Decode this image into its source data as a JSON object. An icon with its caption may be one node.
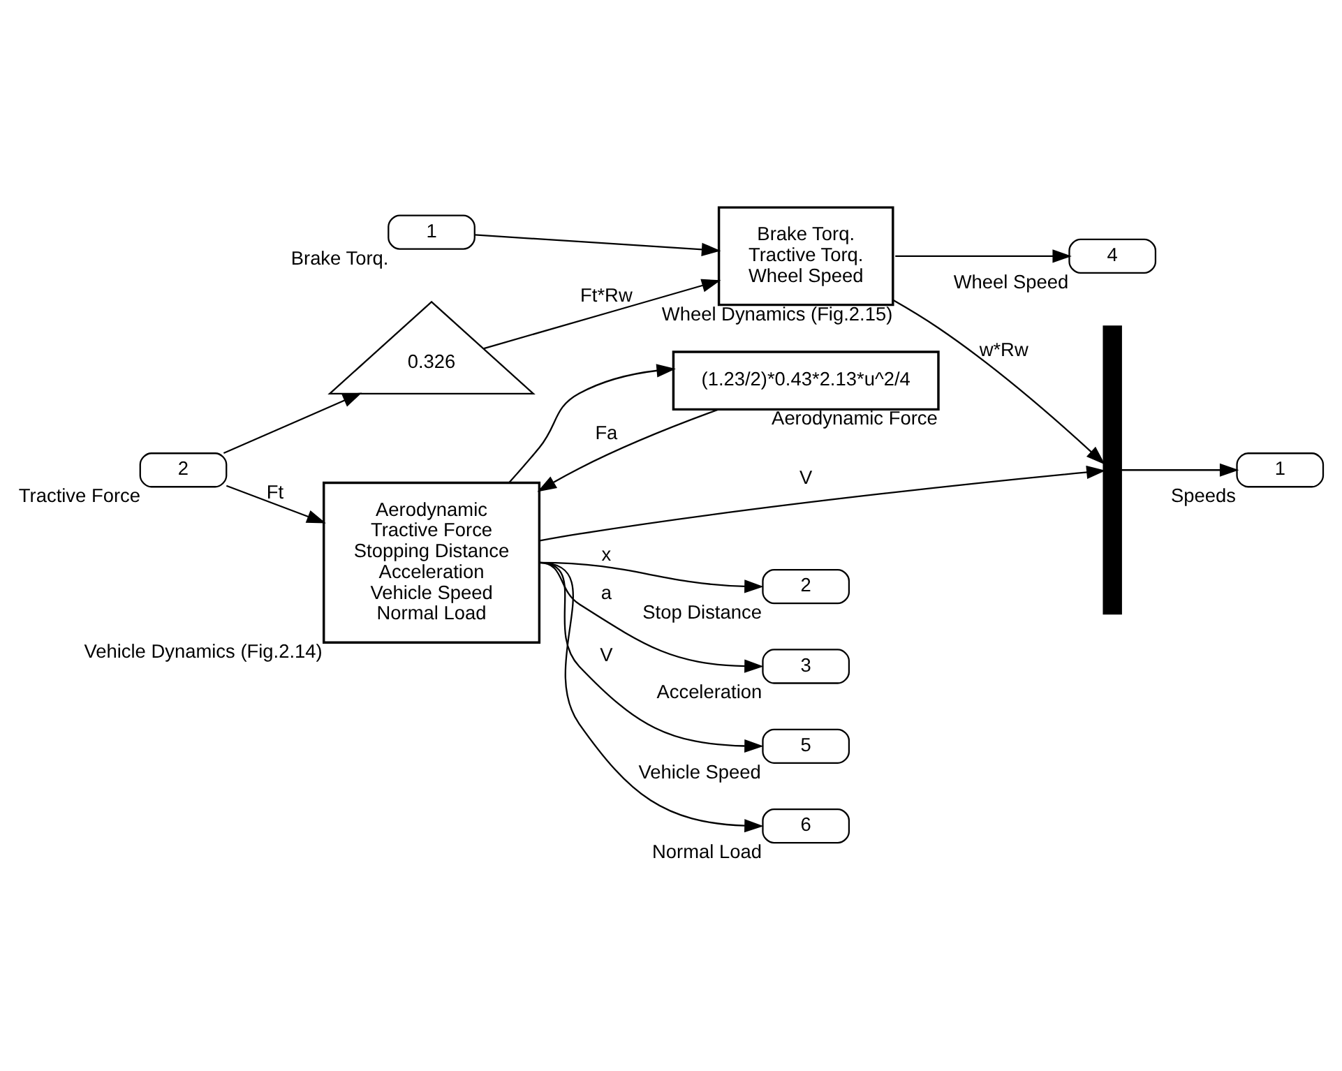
{
  "diagram": {
    "nodes": [
      {
        "text": [
          "1"
        ],
        "beside": [
          "Brake Torq."
        ]
      },
      {
        "text": [
          "Brake Torq.",
          "Tractive Torq.",
          "Wheel Speed"
        ],
        "beside": [
          "Wheel Dynamics (Fig.2.15)"
        ]
      },
      {
        "text": [
          "4"
        ],
        "beside": [
          "Wheel Speed"
        ]
      },
      {
        "text": [],
        "shape": "bar"
      },
      {
        "text": [
          "1"
        ],
        "beside": [
          "Speeds"
        ]
      },
      {
        "text": [
          "0.326"
        ]
      },
      {
        "text": [
          "(1.23/2)*0.43*2.13*u^2/4"
        ],
        "beside": [
          "Aerodynamic Force"
        ]
      },
      {
        "text": [
          "Aerodynamic",
          "Tractive Force",
          "Stopping Distance",
          "Acceleration",
          "Vehicle Speed",
          "Normal Load"
        ],
        "beside": [
          "Vehicle Dynamics (Fig.2.14)"
        ]
      },
      {
        "text": [
          "2"
        ],
        "beside": [
          "Tractive Force"
        ]
      },
      {
        "text": [
          "2"
        ],
        "beside": [
          "Stop Distance"
        ]
      },
      {
        "text": [
          "3"
        ],
        "beside": [
          "Acceleration"
        ]
      },
      {
        "text": [
          "5"
        ],
        "beside": [
          "Vehicle Speed"
        ]
      },
      {
        "text": [
          "6"
        ],
        "beside": [
          "Normal Load"
        ]
      }
    ],
    "edges": [
      {
        "from": 0,
        "to": 1,
        "arrow": "to"
      },
      {
        "from": 5,
        "to": 1,
        "arrow": "to",
        "label": "Ft*Rw"
      },
      {
        "from": 1,
        "to": 2,
        "arrow": "to"
      },
      {
        "from": 1,
        "to": 3,
        "arrow": "to",
        "label": "w*Rw"
      },
      {
        "from": 3,
        "to": 4,
        "arrow": "to"
      },
      {
        "from": 8,
        "to": 5,
        "arrow": "to"
      },
      {
        "from": 8,
        "to": 7,
        "arrow": "to",
        "label": "Ft"
      },
      {
        "from": 7,
        "to": 3,
        "arrow": "to",
        "label": "V"
      },
      {
        "from": 7,
        "to": 6,
        "arrow": "to"
      },
      {
        "from": 6,
        "to": 7,
        "arrow": "to",
        "label": "Fa"
      },
      {
        "from": 7,
        "to": 9,
        "arrow": "to",
        "label": "x"
      },
      {
        "from": 7,
        "to": 10,
        "arrow": "to",
        "label": "a"
      },
      {
        "from": 7,
        "to": 11,
        "arrow": "to",
        "label": "V"
      },
      {
        "from": 7,
        "to": 12,
        "arrow": "to"
      }
    ]
  }
}
